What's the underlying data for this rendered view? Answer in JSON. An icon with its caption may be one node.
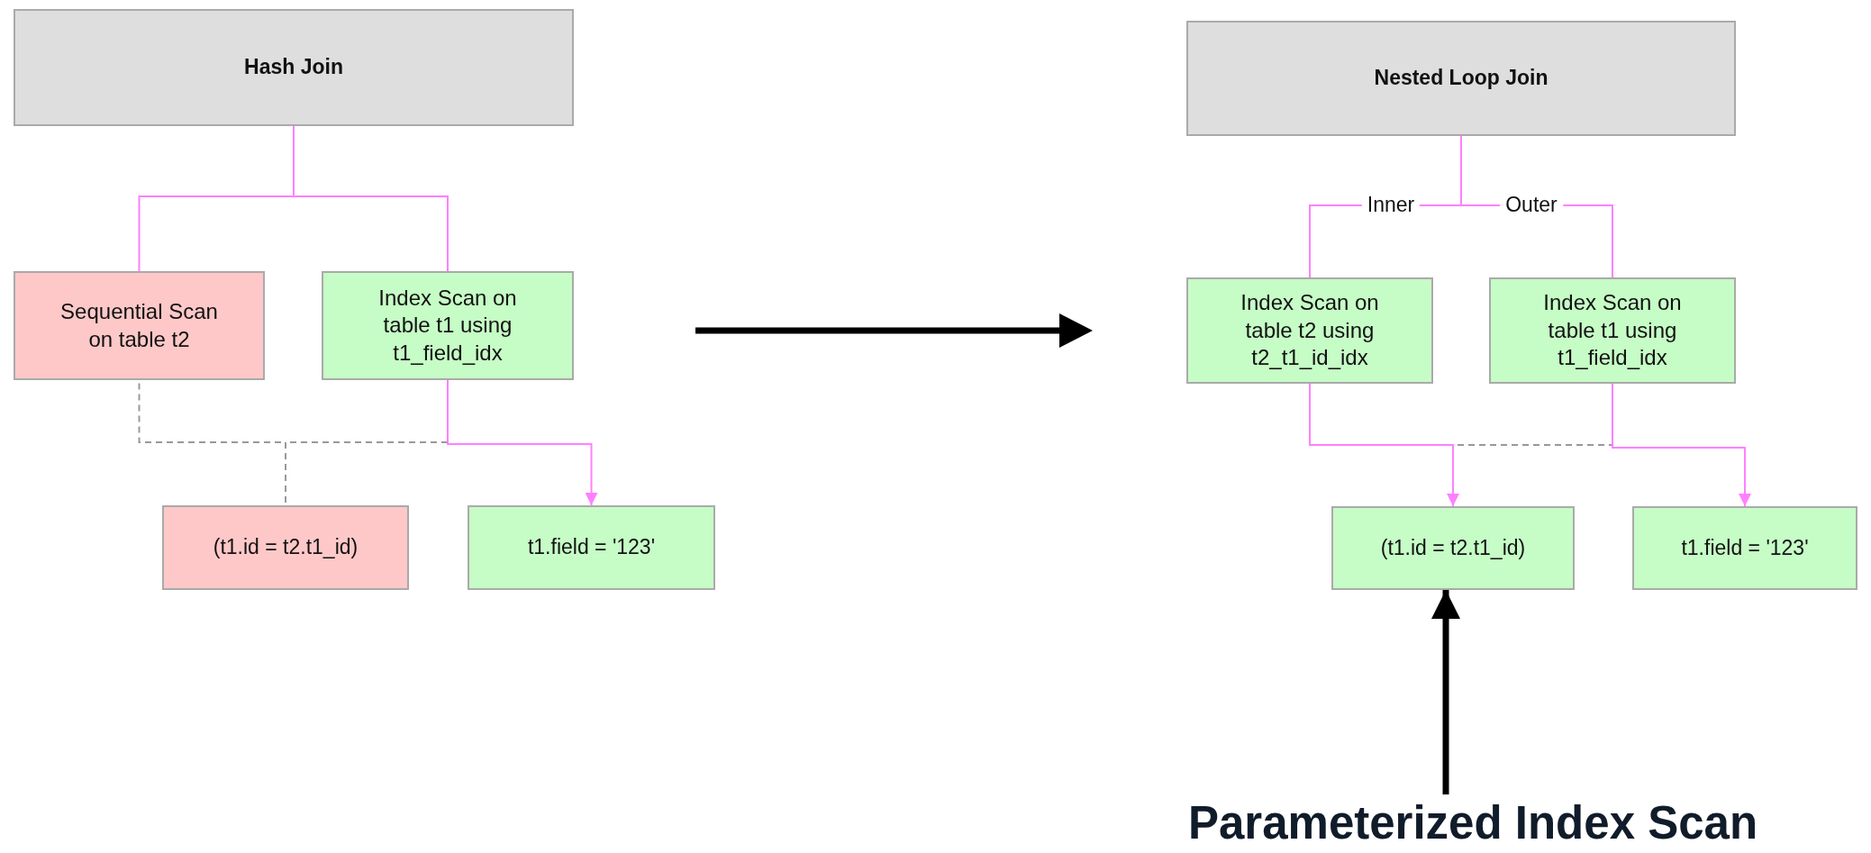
{
  "diagram": {
    "nodes": [
      {
        "text": [
          "Hash Join"
        ]
      },
      {
        "text": [
          "Sequential Scan on table t2"
        ]
      },
      {
        "text": [
          "Index Scan on table t1 using t1_field_idx"
        ]
      },
      {
        "text": [
          "(t1.id = t2.t1_id)"
        ]
      },
      {
        "text": [
          "t1.field = '123'"
        ]
      },
      {
        "text": [
          "Nested Loop Join"
        ]
      },
      {
        "text": [
          "Index Scan on table t2 using t2_t1_id_idx"
        ]
      },
      {
        "text": [
          "Index Scan on table t1 using t1_field_idx"
        ]
      },
      {
        "text": [
          "(t1.id = t2.t1_id)"
        ]
      },
      {
        "text": [
          "t1.field = '123'"
        ]
      },
      {
        "text": [
          "Parameterized Index Scan"
        ]
      }
    ],
    "edges": [
      {
        "from": 0,
        "to": 1,
        "arrow": "none"
      },
      {
        "from": 0,
        "to": 2,
        "arrow": "none"
      },
      {
        "from": 1,
        "to": 3,
        "arrow": "none",
        "style": "dashed",
        "color": "#999999"
      },
      {
        "from": 2,
        "to": 3,
        "arrow": "none",
        "style": "dashed",
        "color": "#999999"
      },
      {
        "from": 2,
        "to": 4,
        "arrow": "to"
      },
      {
        "from": 5,
        "to": 6,
        "arrow": "none",
        "label": "Inner"
      },
      {
        "from": 5,
        "to": 7,
        "arrow": "none",
        "label": "Outer"
      },
      {
        "from": 6,
        "to": 8,
        "arrow": "to"
      },
      {
        "from": 7,
        "to": 8,
        "arrow": "none",
        "style": "dashed",
        "color": "#999999"
      },
      {
        "from": 7,
        "to": 9,
        "arrow": "to"
      },
      {
        "from": 10,
        "to": 8,
        "arrow": "to",
        "style": "thick",
        "color": "#000000"
      }
    ]
  }
}
